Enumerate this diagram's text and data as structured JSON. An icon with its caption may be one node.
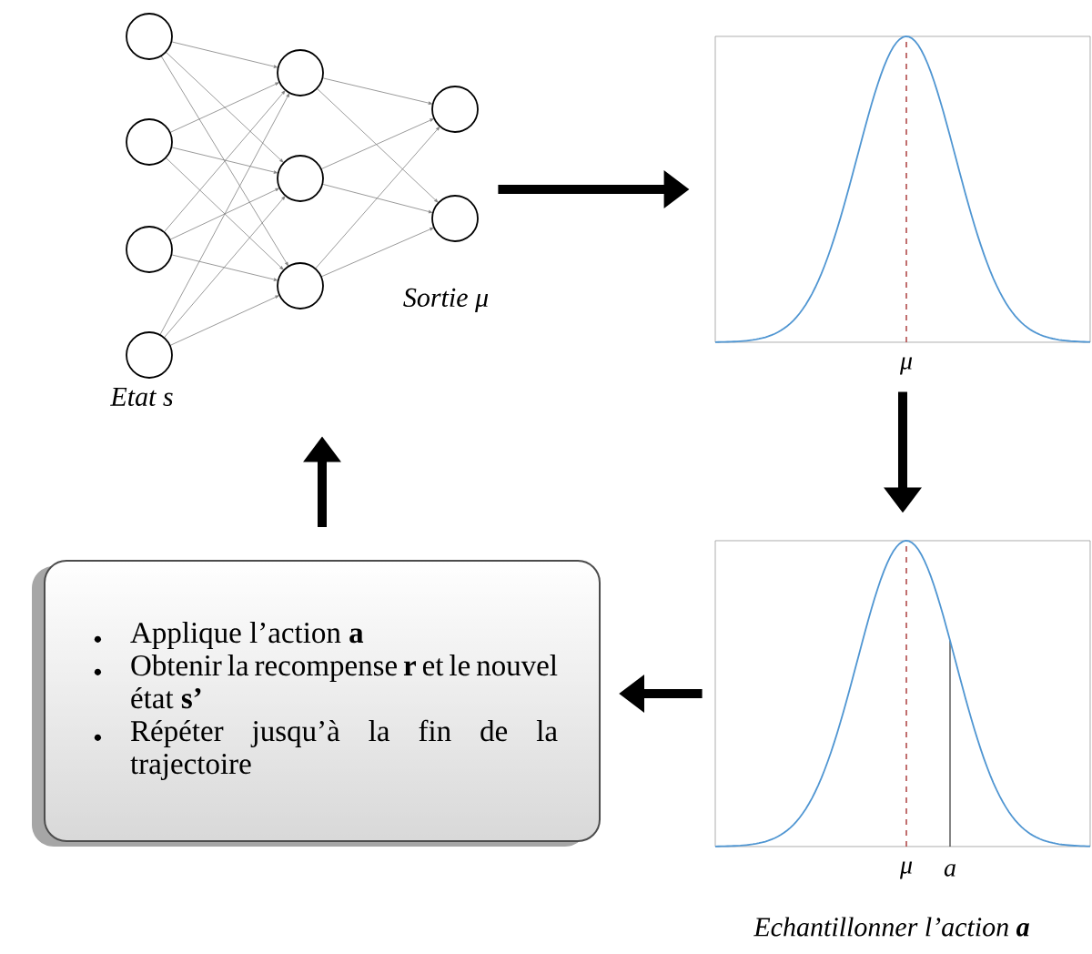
{
  "diagram": {
    "nodes": [
      {
        "text": [
          "Etat s",
          "Sortie μ"
        ]
      },
      {
        "text": [],
        "shape": "plot",
        "beside": [
          "μ"
        ]
      },
      {
        "text": [],
        "shape": "plot",
        "beside": [
          "μ",
          "a",
          "Echantillonner l’action **a**"
        ]
      },
      {
        "text": [
          "Applique l’action **a**",
          "Obtenir la recompense **r** et le nouvel état **s’**",
          "Répéter jusqu’à la fin de la trajectoire"
        ]
      }
    ],
    "edges": [
      {
        "from": 0,
        "to": 1,
        "arrow": "to"
      },
      {
        "from": 1,
        "to": 2,
        "arrow": "to"
      },
      {
        "from": 2,
        "to": 3,
        "arrow": "to"
      },
      {
        "from": 3,
        "to": 0,
        "arrow": "to"
      }
    ]
  }
}
